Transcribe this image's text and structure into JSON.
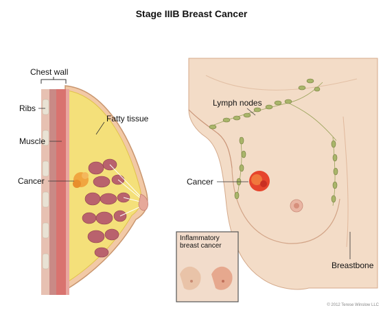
{
  "title": "Stage IIIB Breast Cancer",
  "labels": {
    "chest_wall": "Chest wall",
    "ribs": "Ribs",
    "muscle": "Muscle",
    "cancer_left": "Cancer",
    "fatty_tissue": "Fatty tissue",
    "lymph_nodes": "Lymph nodes",
    "cancer_right": "Cancer",
    "breastbone": "Breastbone"
  },
  "inset": {
    "line1": "Inflammatory",
    "line2": "breast cancer"
  },
  "copyright": "© 2012 Terese Winslow LLC"
}
